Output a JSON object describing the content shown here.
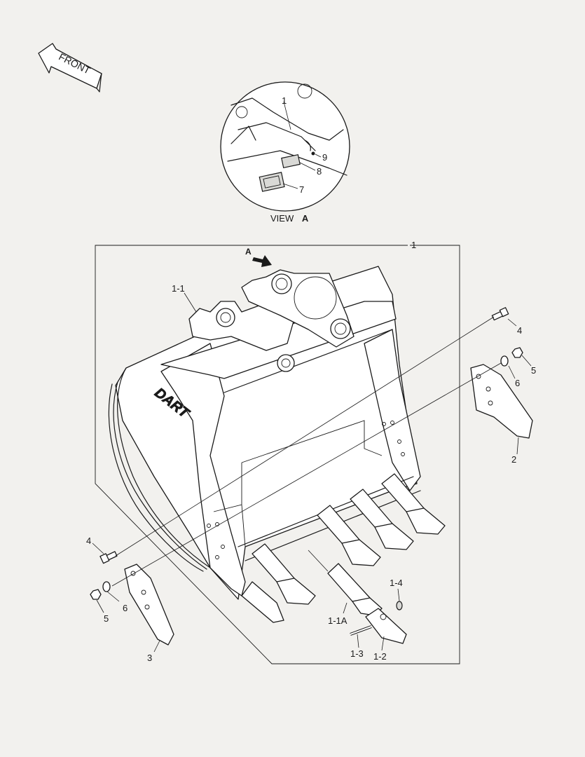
{
  "front_arrow": {
    "label": "FRONT"
  },
  "view_a": {
    "caption": "VIEW",
    "caption_letter": "A"
  },
  "view_marker": {
    "letter": "A"
  },
  "callouts": {
    "c1": "1",
    "c1_view": "1",
    "c1_1": "1-1",
    "c1_1a": "1-1A",
    "c1_2": "1-2",
    "c1_3": "1-3",
    "c1_4": "1-4",
    "c2": "2",
    "c3": "3",
    "c4_right": "4",
    "c4_left": "4",
    "c5_right": "5",
    "c5_left": "5",
    "c6_right": "6",
    "c6_left": "6",
    "c7": "7",
    "c8": "8",
    "c9": "9"
  },
  "bucket_logo": "DART"
}
